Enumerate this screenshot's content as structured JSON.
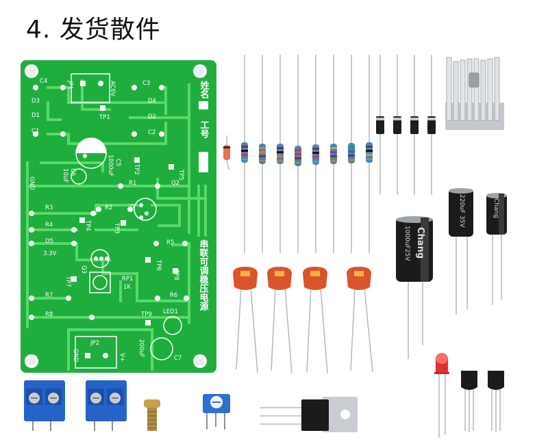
{
  "title": "4. 发货散件",
  "pcb": {
    "labels": {
      "c4": "C4",
      "jp1": "JP1",
      "ac6v": "AC6V",
      "c3": "C3",
      "d3": "D3",
      "d4": "D4",
      "d1": "D1",
      "tp1": "TP1",
      "d2": "D2",
      "c1": "C1",
      "c2": "C2",
      "c5": "C5",
      "c5_value": "1000uF",
      "c6": "C6",
      "c6_value": "10uF",
      "tp2": "TP2",
      "tp5": "TP5",
      "gnd_top": "GND",
      "r1": "R1",
      "q2": "Q2",
      "r3": "R3",
      "r2": "R2",
      "q1": "Q1",
      "r4": "R4",
      "tp4": "TP4",
      "tp3": "TP3",
      "d5": "D5",
      "d5_value": "3.3V",
      "r5": "R5",
      "q3": "Q3",
      "rp1": "RP1",
      "rp1_value": "1K",
      "tp6": "TP6",
      "tp7": "TP7",
      "tp8": "TP8",
      "r7": "R7",
      "r6": "R6",
      "r8": "R8",
      "tp9": "TP9",
      "led1": "LED1",
      "jp2": "JP2",
      "gnd_bottom": "GND",
      "v_plus": "V+",
      "c7_value": "200uF",
      "c7": "C7"
    },
    "vertical_text": {
      "name_field": "姓名",
      "id_field": "工号",
      "board_title": "串联可调稳压电源"
    }
  },
  "components": {
    "cap_large": {
      "brand": "Chang",
      "rating": "1000uF25V"
    },
    "cap_medium": {
      "rating": "220uF 35V"
    },
    "cap_small": {
      "brand": "Chang"
    }
  },
  "colors": {
    "pcb_green": "#1fae3e",
    "trace_green": "#5ad96a",
    "resistor_blue": "#3f86c9",
    "terminal_blue": "#2563c9",
    "ceramic_cap_orange": "#d9542a"
  }
}
